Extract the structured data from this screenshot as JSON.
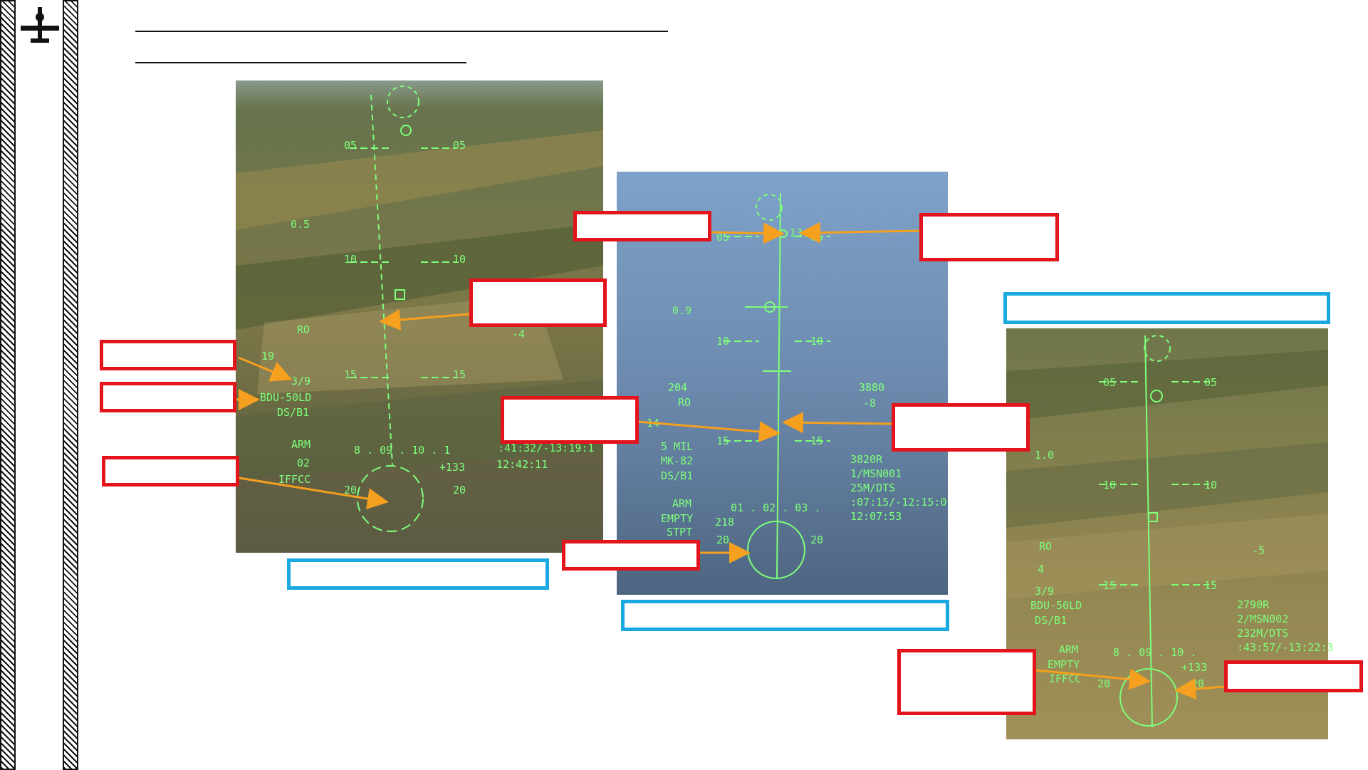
{
  "hud_left": {
    "pitch_labels": [
      "05",
      "05",
      "10",
      "10",
      "15",
      "15",
      "20",
      "20"
    ],
    "gload": "0.5",
    "ro": "RO",
    "minus4": "-4",
    "count1": "19",
    "count2": "3/9",
    "weapon": "BDU-50LD",
    "profile": "DS/B1",
    "arm": "ARM",
    "q2": "02",
    "iffcc": "IFFCC",
    "speed_row": "8 . 09 . 10 . 1",
    "val133": "+133",
    "time1": ":41:32/-13:19:1",
    "time2": "12:42:11"
  },
  "hud_mid": {
    "pitch_labels": [
      "05",
      "05",
      "10",
      "10",
      "15",
      "15",
      "20",
      "20"
    ],
    "heading": "13",
    "gload": "0.9",
    "speed": "204",
    "ro": "RO",
    "alt": "3880",
    "vvi": "-8",
    "count": "14",
    "mil": "5 MIL",
    "weapon": "MK-82",
    "profile": "DS/B1",
    "arm": "ARM",
    "empty": "EMPTY",
    "stpt": "STPT",
    "scale": "01 . 02 . 03 .",
    "val218": "218",
    "r1": "3820R",
    "r2": "1/MSN001",
    "r3": "25M/DTS",
    "r4": ":07:15/-12:15:0",
    "r5": "12:07:53"
  },
  "hud_right": {
    "pitch_labels": [
      "05",
      "05",
      "10",
      "10",
      "15",
      "15",
      "20",
      "20"
    ],
    "gload": "1.0",
    "ro": "RO",
    "minus5": "-5",
    "count1": "4",
    "count2": "3/9",
    "weapon": "BDU-50LD",
    "profile": "DS/B1",
    "arm": "ARM",
    "empty": "EMPTY",
    "iffcc": "IFFCC",
    "speed_row": "8 . 09 . 10 .",
    "val133": "+133",
    "r1": "2790R",
    "r2": "2/MSN002",
    "r3": "232M/DTS",
    "r4": ":43:57/-13:22:3"
  },
  "colors": {
    "callout_border": "#e3141b",
    "caption_border": "#19a8e0",
    "arrow": "#f5a01e",
    "hud_symbology": "#7dff7a"
  }
}
